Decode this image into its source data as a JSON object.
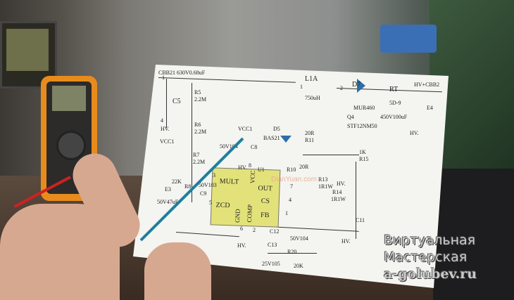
{
  "schematic": {
    "labels": [
      "CBB21 630V0.68uF",
      "C5",
      "HV.",
      "R5",
      "2.2M",
      "R6",
      "2.2M",
      "R7",
      "2.2M",
      "VCC1",
      "22K",
      "R8",
      "50V103",
      "C9",
      "E3",
      "50V47uF",
      "VCC1",
      "50V104",
      "C8",
      "HV.",
      "U1",
      "L1A",
      "750uH",
      "D7",
      "MUR460",
      "RT",
      "5D-9",
      "HV+CBB2",
      "E4",
      "450V100uF",
      "HV.",
      "Q4",
      "STF12NM50",
      "D5",
      "BAS21",
      "20R",
      "R11",
      "R10",
      "20R",
      "1K",
      "R15",
      "R13",
      "1R1W",
      "R14",
      "1R1W",
      "HV.",
      "C11",
      "HV.",
      "C12",
      "50V104",
      "C13",
      "25V105",
      "R20",
      "20K",
      "HV."
    ],
    "chip_pins": {
      "mult": "MULT",
      "vcc": "VCC",
      "out": "OUT",
      "cs": "CS",
      "zcd": "ZCD",
      "gnd": "GND",
      "comp": "COMP",
      "fb": "FB"
    },
    "pin_numbers": [
      "3",
      "8",
      "7",
      "4",
      "5",
      "6",
      "2",
      "1",
      "1",
      "2",
      "1",
      "4"
    ],
    "watermark": "DianYuan.com"
  },
  "overlay": {
    "line1": "Виртуальная",
    "line2": "Мастерская",
    "line3": "a-golubev.ru"
  }
}
